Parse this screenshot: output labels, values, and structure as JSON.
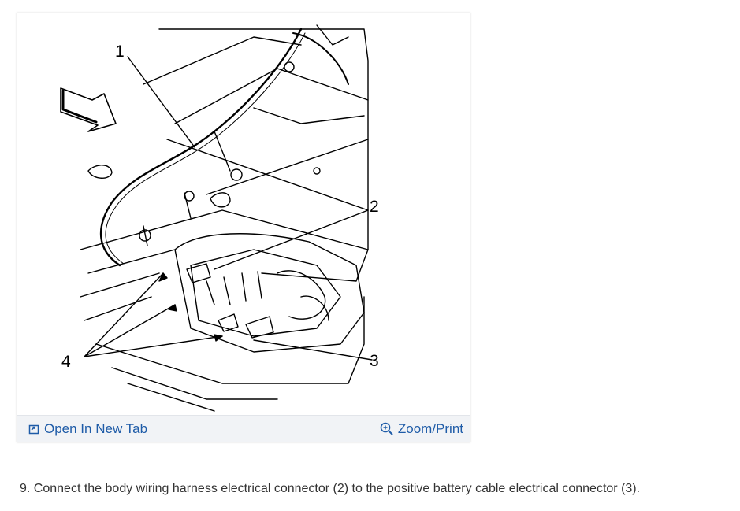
{
  "figure": {
    "callouts": [
      "1",
      "2",
      "3",
      "4"
    ],
    "toolbar": {
      "open_tab_label": "Open In New Tab",
      "open_tab_icon": "open-in-new-tab-icon",
      "zoom_label": "Zoom/Print",
      "zoom_icon": "zoom-in-icon"
    }
  },
  "step": {
    "text": "9. Connect the body wiring harness electrical connector (2) to the positive battery cable electrical connector (3)."
  },
  "colors": {
    "link": "#1f5ca8",
    "toolbar_bg": "#f1f3f6",
    "body_text": "#333333"
  }
}
